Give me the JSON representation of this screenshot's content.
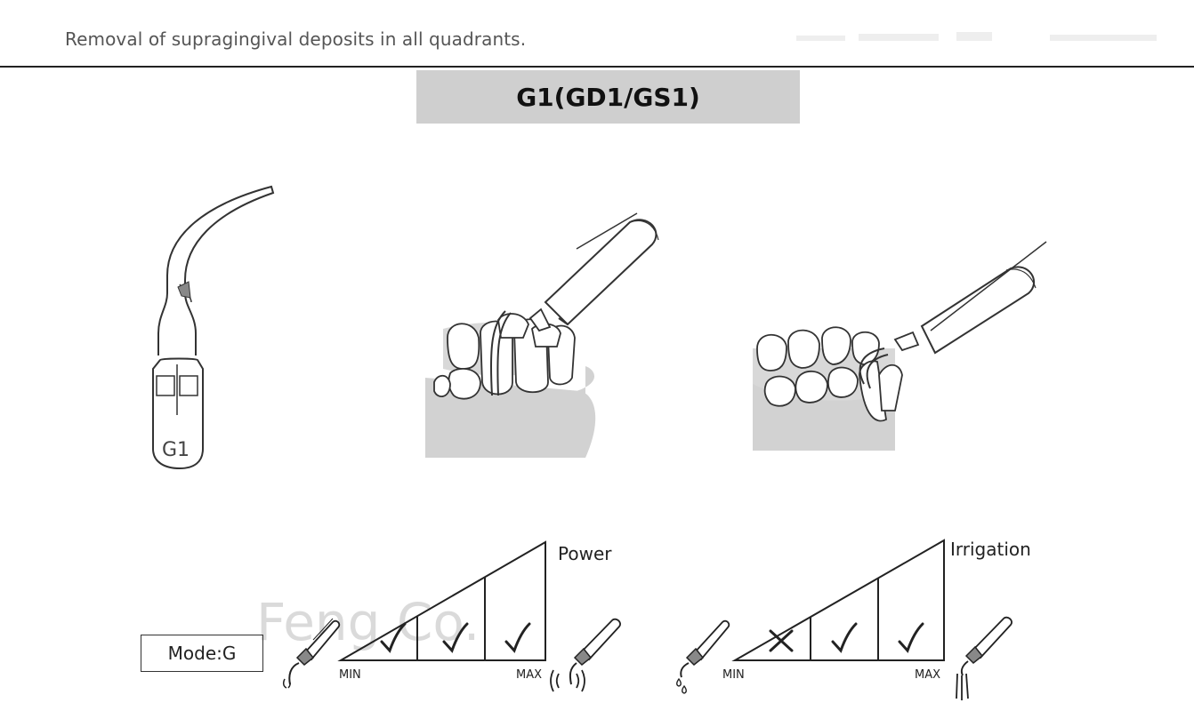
{
  "header": {
    "text": "Removal of supragingival deposits in all quadrants."
  },
  "title": "G1(GD1/GS1)",
  "tip": {
    "label": "G1"
  },
  "mode": {
    "label": "Mode:G"
  },
  "watermark": "Feng Co.",
  "power": {
    "label": "Power",
    "min_label": "MIN",
    "max_label": "MAX",
    "levels": [
      "check",
      "check",
      "check"
    ]
  },
  "irrigation": {
    "label": "Irrigation",
    "min_label": "MIN",
    "max_label": "MAX",
    "levels": [
      "cross",
      "check",
      "check"
    ]
  },
  "icons": [
    "scaler-tip-icon",
    "upper-teeth-illustration-icon",
    "lower-teeth-illustration-icon",
    "vibration-icon",
    "water-drop-icon",
    "water-spray-icon"
  ],
  "colors": {
    "title_bg": "#cfcfcf",
    "gum": "#cfcfcf",
    "line": "#222222"
  }
}
